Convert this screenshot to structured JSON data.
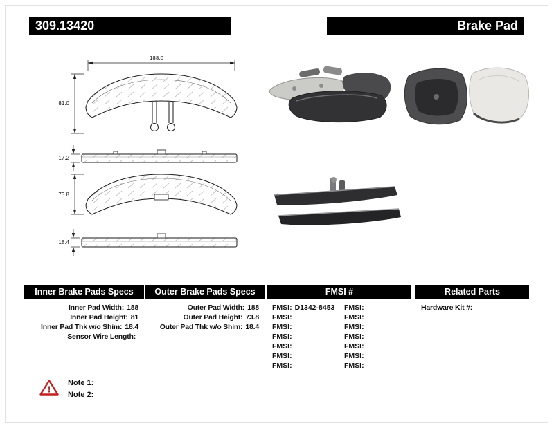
{
  "header": {
    "part_number": "309.13420",
    "product_name": "Brake Pad"
  },
  "colors": {
    "bar_bg": "#000000",
    "bar_text": "#ffffff",
    "warning_red": "#c3201f"
  },
  "icons": {
    "warning_icon": "triangle-exclamation"
  },
  "drawing": {
    "dims": {
      "inner_width": "188.0",
      "inner_height": "81.0",
      "inner_thickness": "17.2",
      "outer_height": "73.8",
      "outer_thickness": "18.4"
    }
  },
  "specs": {
    "inner": {
      "title": "Inner Brake Pads Specs",
      "rows": [
        {
          "label": "Inner Pad Width:",
          "value": "188"
        },
        {
          "label": "Inner Pad Height:",
          "value": "81"
        },
        {
          "label": "Inner Pad Thk w/o Shim:",
          "value": "18.4"
        },
        {
          "label": "Sensor Wire Length:",
          "value": ""
        }
      ]
    },
    "outer": {
      "title": "Outer Brake Pads Specs",
      "rows": [
        {
          "label": "Outer Pad Width:",
          "value": "188"
        },
        {
          "label": "Outer Pad Height:",
          "value": "73.8"
        },
        {
          "label": "Outer Pad Thk w/o Shim:",
          "value": "18.4"
        }
      ]
    },
    "fmsi": {
      "title": "FMSI #",
      "rows": [
        {
          "l_label": "FMSI:",
          "l_value": "D1342-8453",
          "r_label": "FMSI:",
          "r_value": ""
        },
        {
          "l_label": "FMSI:",
          "l_value": "",
          "r_label": "FMSI:",
          "r_value": ""
        },
        {
          "l_label": "FMSI:",
          "l_value": "",
          "r_label": "FMSI:",
          "r_value": ""
        },
        {
          "l_label": "FMSI:",
          "l_value": "",
          "r_label": "FMSI:",
          "r_value": ""
        },
        {
          "l_label": "FMSI:",
          "l_value": "",
          "r_label": "FMSI:",
          "r_value": ""
        },
        {
          "l_label": "FMSI:",
          "l_value": "",
          "r_label": "FMSI:",
          "r_value": ""
        },
        {
          "l_label": "FMSI:",
          "l_value": "",
          "r_label": "FMSI:",
          "r_value": ""
        }
      ]
    },
    "related": {
      "title": "Related Parts",
      "rows": [
        {
          "label": "Hardware Kit #:",
          "value": ""
        }
      ]
    }
  },
  "notes": {
    "note1": "Note 1:",
    "note2": "Note 2:"
  }
}
